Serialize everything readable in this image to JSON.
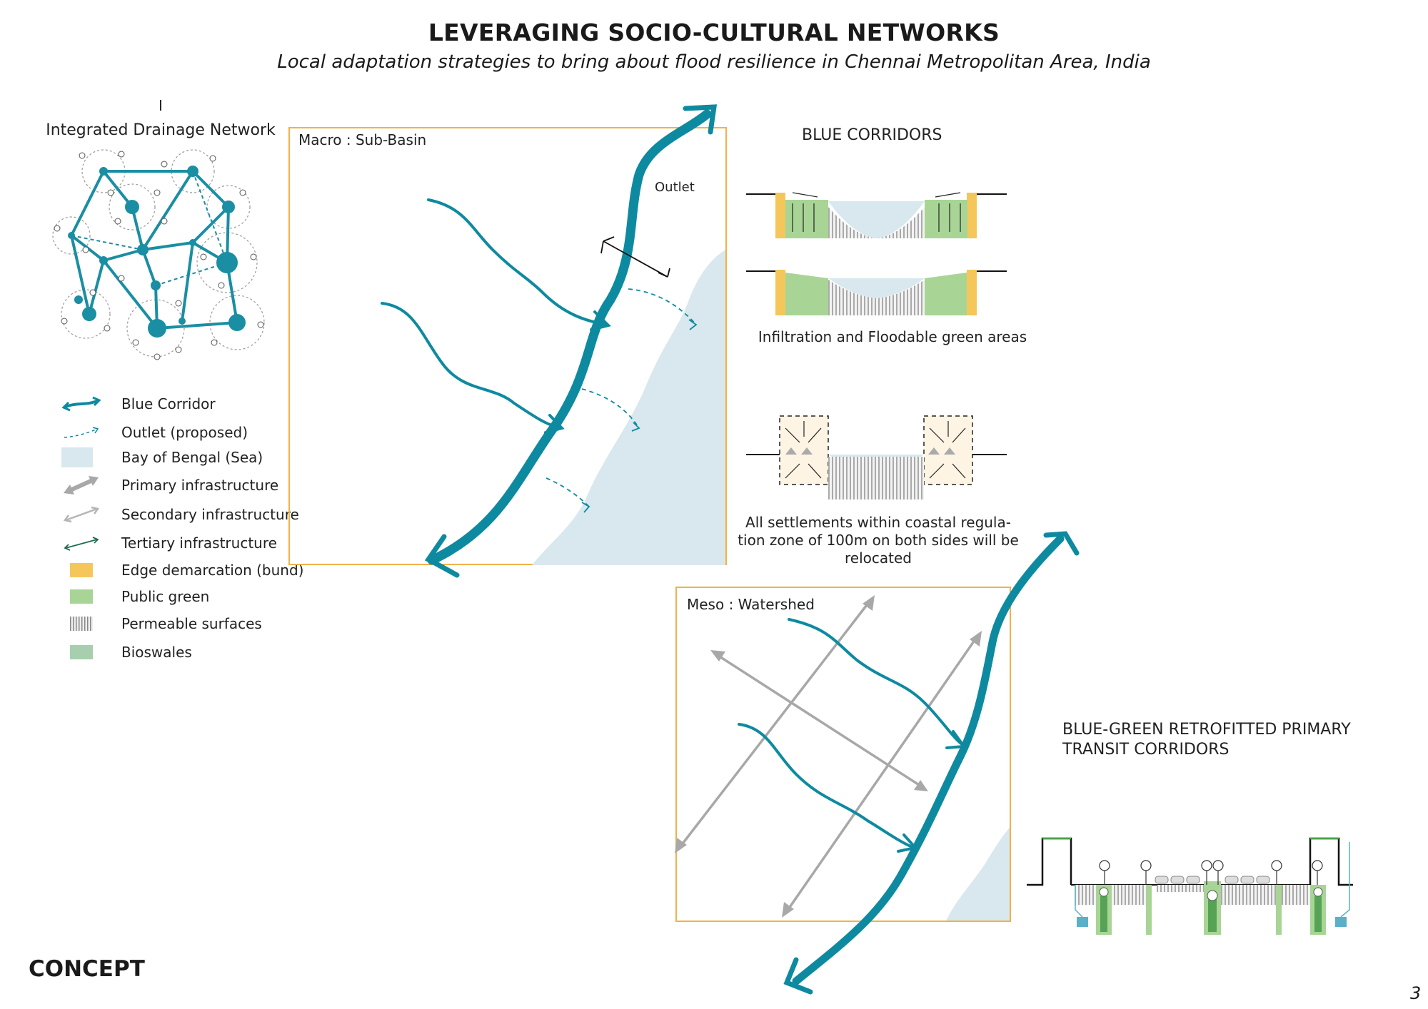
{
  "header": {
    "title": "LEVERAGING SOCIO-CULTURAL NETWORKS",
    "subtitle": "Local adaptation strategies to bring about flood resilience in Chennai Metropolitan Area, India"
  },
  "network": {
    "numeral": "I",
    "title": "Integrated Drainage Network"
  },
  "legend": [
    {
      "label": "Blue Corridor",
      "icon": "blue-corridor-arrow"
    },
    {
      "label": "Outlet (proposed)",
      "icon": "dashed-outlet-arrow"
    },
    {
      "label": "Bay of Bengal (Sea)",
      "icon": "sea-swatch"
    },
    {
      "label": "Primary infrastructure",
      "icon": "primary-arrow"
    },
    {
      "label": "Secondary infrastructure",
      "icon": "secondary-arrow"
    },
    {
      "label": "Tertiary infrastructure",
      "icon": "tertiary-arrow"
    },
    {
      "label": "Edge demarcation (bund)",
      "icon": "bund-swatch"
    },
    {
      "label": "Public green",
      "icon": "green-swatch"
    },
    {
      "label": "Permeable surfaces",
      "icon": "permeable-swatch"
    },
    {
      "label": "Bioswales",
      "icon": "bioswale-swatch"
    }
  ],
  "macro": {
    "label": "Macro : Sub-Basin",
    "outlet_label": "Outlet"
  },
  "meso": {
    "label": "Meso : Watershed"
  },
  "blue_corridors": {
    "title": "BLUE CORRIDORS",
    "caption_infiltration": "Infiltration and Floodable green areas",
    "caption_settlements_1": "All settlements within coastal regula-",
    "caption_settlements_2": "tion zone of 100m on both sides will be",
    "caption_settlements_3": "relocated"
  },
  "transit": {
    "title_line1": "BLUE-GREEN RETROFITTED PRIMARY",
    "title_line2": "TRANSIT CORRIDORS"
  },
  "footer": {
    "concept": "CONCEPT",
    "page_number": "3"
  },
  "colors": {
    "blue_corridor": "#0e8aa0",
    "sea": "#d8e8ee",
    "frame": "#f0b24a",
    "bund": "#f5c75a",
    "public_green": "#a8d596",
    "bioswale": "#a7cfae",
    "infrastructure": "#a8a8a8"
  }
}
